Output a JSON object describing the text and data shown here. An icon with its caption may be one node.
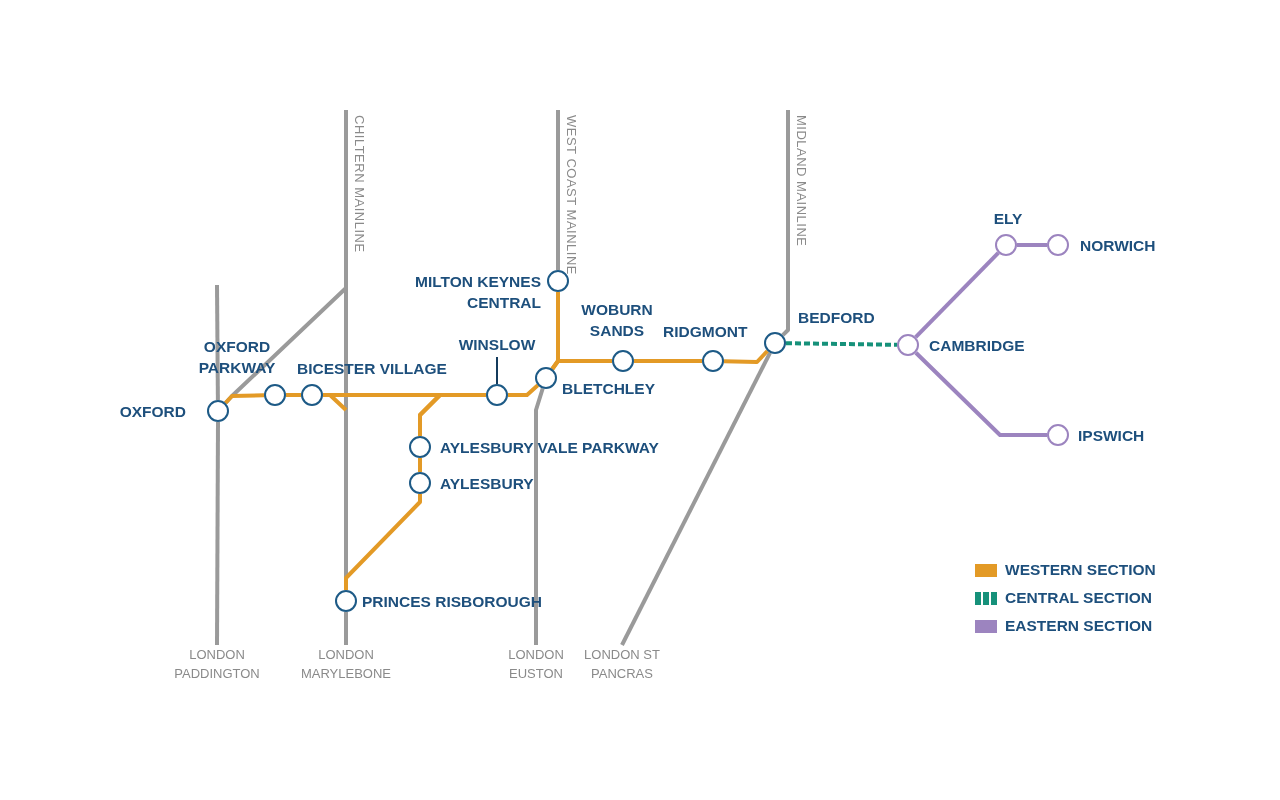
{
  "diagram": {
    "nodes": [
      {
        "text": [
          "OXFORD"
        ]
      },
      {
        "text": [
          "OXFORD PARKWAY"
        ]
      },
      {
        "text": [
          "BICESTER VILLAGE"
        ]
      },
      {
        "text": [
          "WINSLOW"
        ]
      },
      {
        "text": [
          "BLETCHLEY"
        ]
      },
      {
        "text": [
          "MILTON KEYNES CENTRAL"
        ]
      },
      {
        "text": [
          "WOBURN SANDS"
        ]
      },
      {
        "text": [
          "RIDGMONT"
        ]
      },
      {
        "text": [
          "BEDFORD"
        ]
      },
      {
        "text": [
          "CAMBRIDGE"
        ]
      },
      {
        "text": [
          "ELY"
        ]
      },
      {
        "text": [
          "NORWICH"
        ]
      },
      {
        "text": [
          "IPSWICH"
        ]
      },
      {
        "text": [
          "AYLESBURY VALE PARKWAY"
        ]
      },
      {
        "text": [
          "AYLESBURY"
        ]
      },
      {
        "text": [
          "PRINCES RISBOROUGH"
        ]
      },
      {
        "text": [
          "LONDON PADDINGTON"
        ]
      },
      {
        "text": [
          "LONDON MARYLEBONE"
        ]
      },
      {
        "text": [
          "LONDON EUSTON"
        ]
      },
      {
        "text": [
          "LONDON ST PANCRAS"
        ]
      }
    ],
    "edges": [
      {
        "from": 0,
        "to": 1,
        "arrow": "none"
      },
      {
        "from": 1,
        "to": 2,
        "arrow": "none"
      },
      {
        "from": 2,
        "to": 3,
        "arrow": "none"
      },
      {
        "from": 3,
        "to": 4,
        "arrow": "none"
      },
      {
        "from": 4,
        "to": 5,
        "arrow": "none"
      },
      {
        "from": 4,
        "to": 6,
        "arrow": "none"
      },
      {
        "from": 6,
        "to": 7,
        "arrow": "none"
      },
      {
        "from": 7,
        "to": 8,
        "arrow": "none"
      },
      {
        "from": 2,
        "to": null,
        "arrow": "none"
      },
      {
        "from": 13,
        "to": 2,
        "arrow": "none"
      },
      {
        "from": 13,
        "to": 3,
        "arrow": "none"
      },
      {
        "from": 13,
        "to": 14,
        "arrow": "none"
      },
      {
        "from": 14,
        "to": 15,
        "arrow": "none"
      },
      {
        "from": 8,
        "to": 9,
        "arrow": "none",
        "style": "dashed",
        "color": "#16917a"
      },
      {
        "from": 9,
        "to": 10,
        "arrow": "none",
        "color": "#9c84bf"
      },
      {
        "from": 10,
        "to": 11,
        "arrow": "none",
        "color": "#9c84bf"
      },
      {
        "from": 9,
        "to": 12,
        "arrow": "none",
        "color": "#9c84bf"
      },
      {
        "from": null,
        "to": 0,
        "arrow": "none",
        "color": "#9a9a9a"
      },
      {
        "from": 0,
        "to": 16,
        "arrow": "none",
        "color": "#9a9a9a"
      },
      {
        "from": null,
        "to": 15,
        "arrow": "none",
        "color": "#9a9a9a"
      },
      {
        "from": 15,
        "to": 17,
        "arrow": "none",
        "color": "#9a9a9a"
      },
      {
        "from": null,
        "to": 0,
        "arrow": "none",
        "color": "#9a9a9a"
      },
      {
        "from": null,
        "to": 5,
        "arrow": "none",
        "color": "#9a9a9a"
      },
      {
        "from": 4,
        "to": 18,
        "arrow": "none",
        "color": "#9a9a9a"
      },
      {
        "from": null,
        "to": 8,
        "arrow": "none",
        "color": "#9a9a9a"
      },
      {
        "from": 8,
        "to": 19,
        "arrow": "none",
        "color": "#9a9a9a"
      }
    ],
    "labels": [
      "CHILTERN MAINLINE",
      "WEST COAST MAINLINE",
      "MIDLAND MAINLINE"
    ],
    "legend": [
      {
        "text": "WESTERN SECTION",
        "color": "#e39a26"
      },
      {
        "text": "CENTRAL SECTION",
        "color": "#16917a"
      },
      {
        "text": "EASTERN SECTION",
        "color": "#9c84bf"
      }
    ]
  }
}
